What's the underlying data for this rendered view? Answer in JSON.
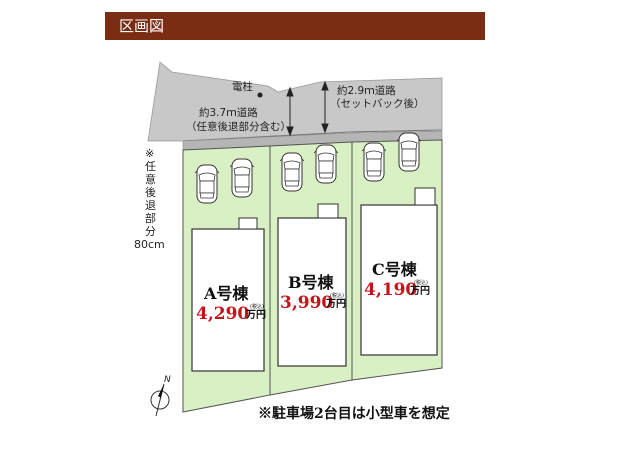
{
  "header": {
    "title": "区画図",
    "color": "#7b2d13"
  },
  "utility_pole": {
    "label": "電柱"
  },
  "road_left": {
    "line1": "約3.7ｍ道路",
    "line2": "（任意後退部分含む）"
  },
  "road_right": {
    "line1": "約2.9ｍ道路",
    "line2": "（セットバック後）"
  },
  "setback_note": {
    "chars": [
      "※",
      "任",
      "意",
      "後",
      "退",
      "部",
      "分"
    ],
    "width": "80cm"
  },
  "lots": [
    {
      "name": "A号棟",
      "price": "4,290",
      "unit": "万円",
      "tax": "(税込)"
    },
    {
      "name": "B号棟",
      "price": "3,990",
      "unit": "万円",
      "tax": "(税込)"
    },
    {
      "name": "C号棟",
      "price": "4,190",
      "unit": "万円",
      "tax": "(税込)"
    }
  ],
  "compass": {
    "label": "N"
  },
  "parking_note": "※駐車場2台目は小型車を想定",
  "colors": {
    "lot_fill": "#d9f0c4",
    "road_fill": "#c8c8c8",
    "price": "#c4141a"
  }
}
